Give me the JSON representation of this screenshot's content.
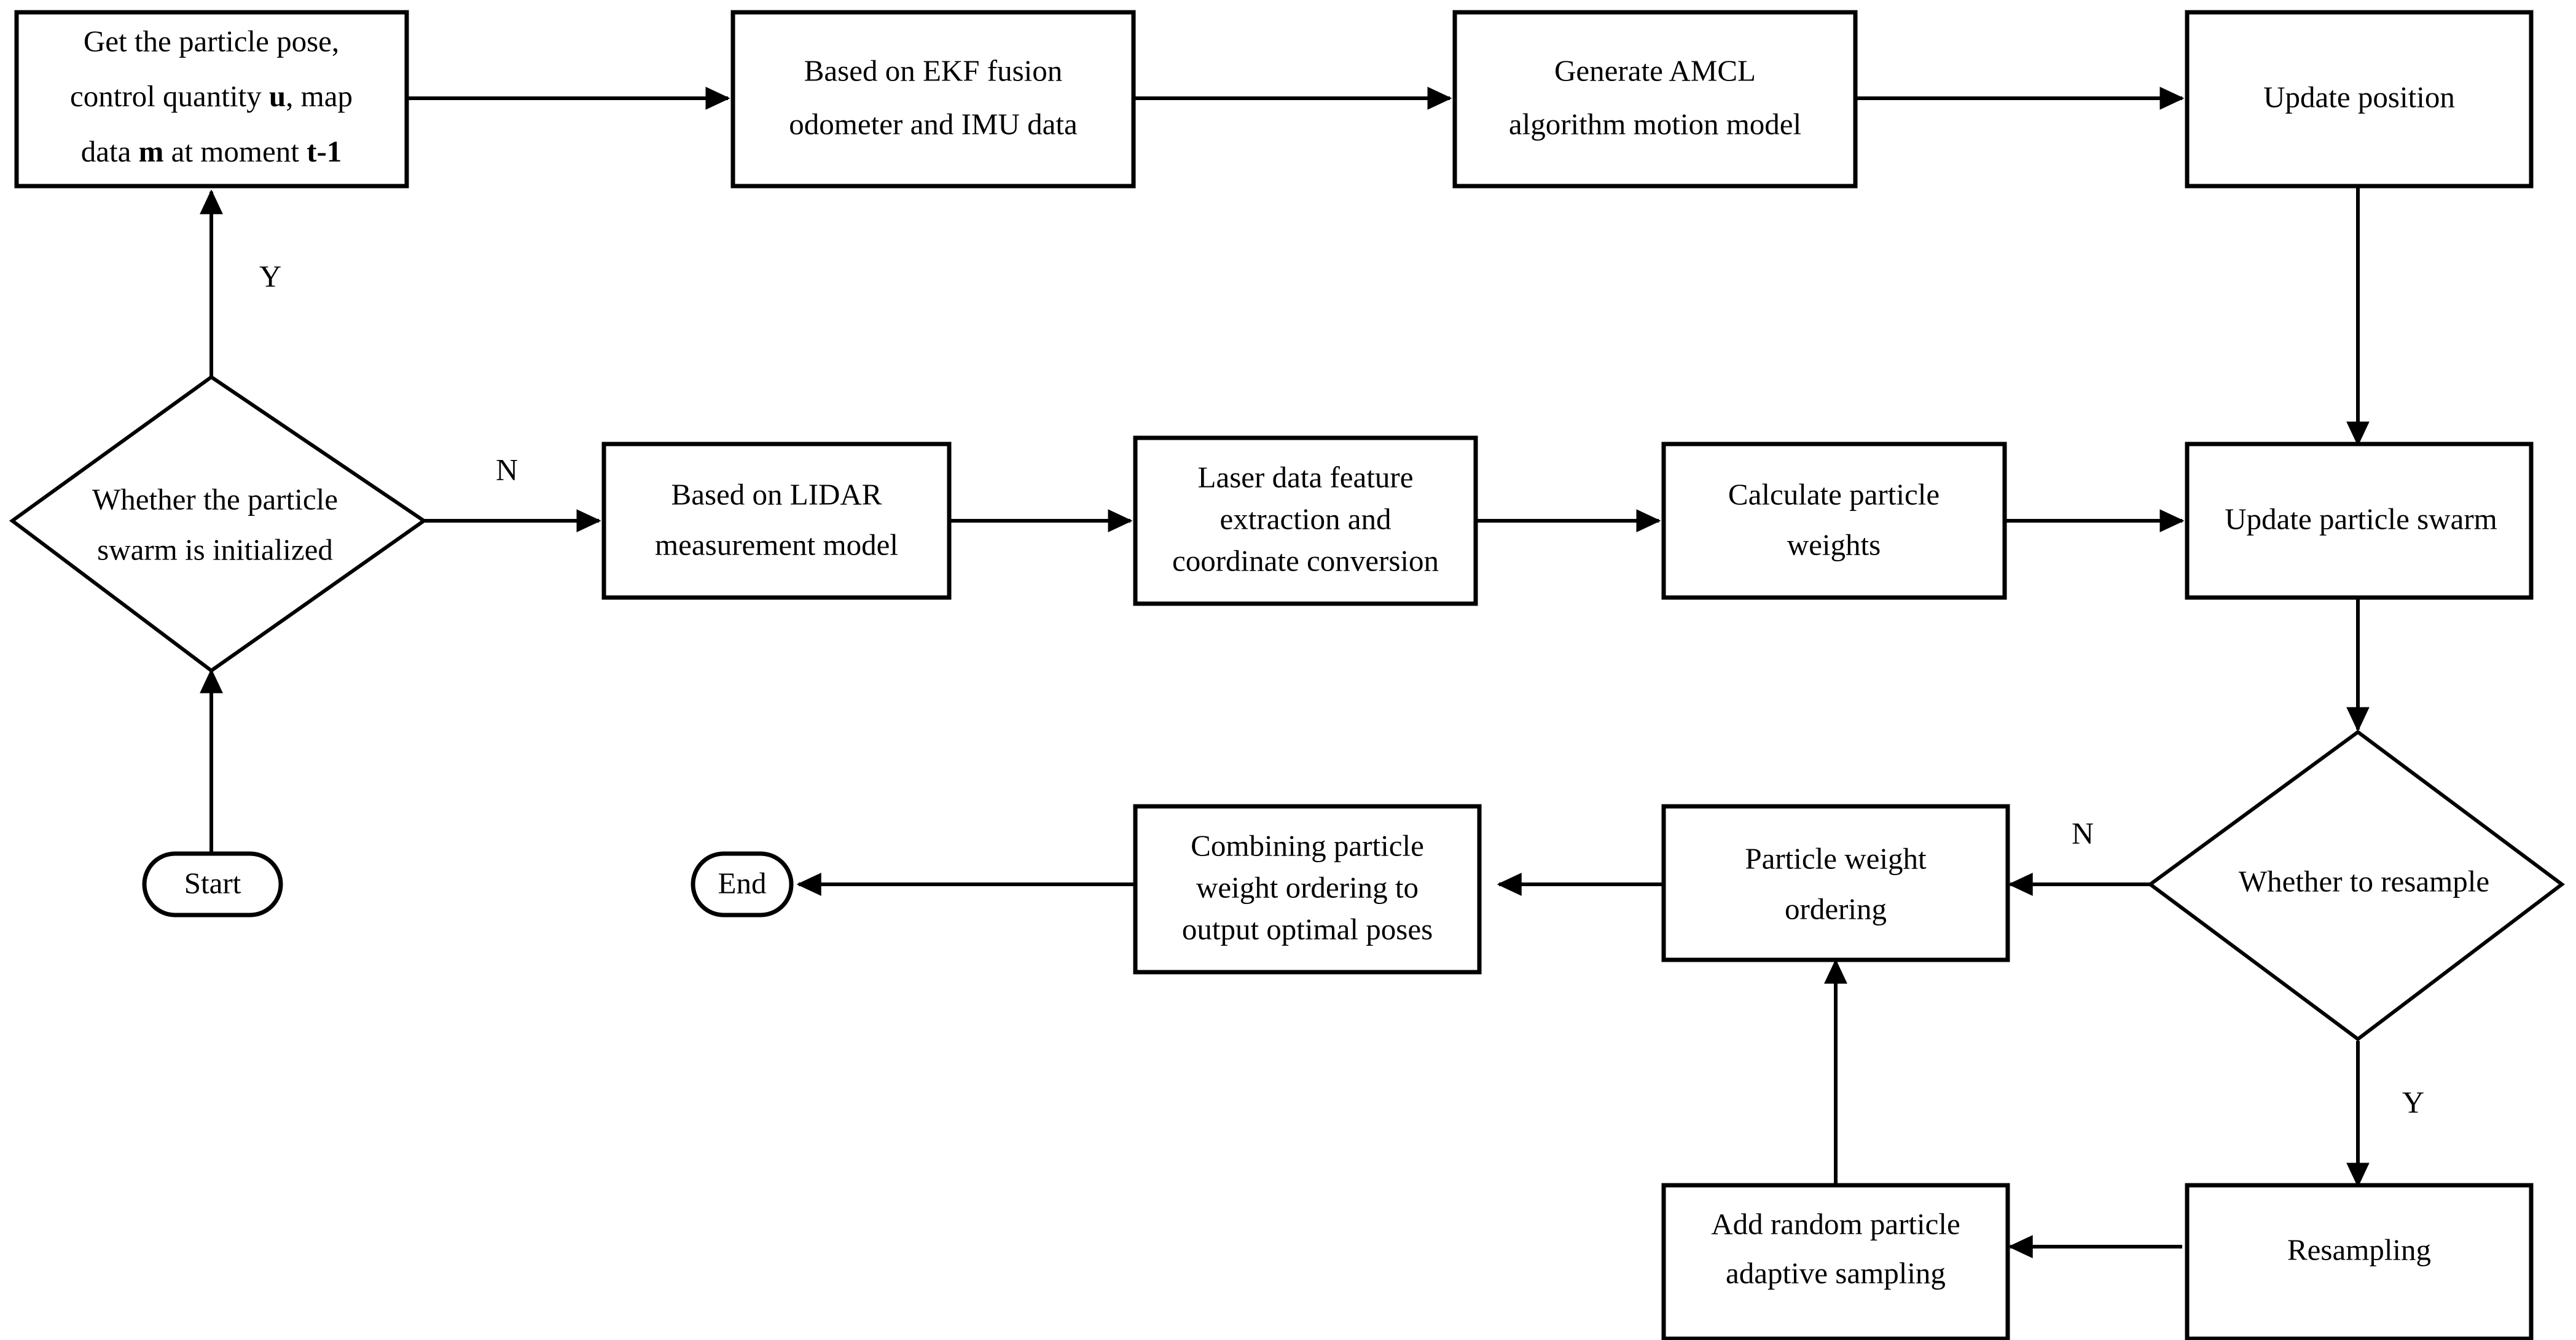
{
  "diagram": {
    "title": "AMCL particle filter localization flowchart",
    "background_color": "#ffffff",
    "line_color": "#000000",
    "fill_color": "#ffffff"
  },
  "nodes": {
    "get_pose": {
      "shape": "process",
      "line1": "Get the particle pose,",
      "line2_a": "control quantity ",
      "line2_b": "u",
      "line2_c": ", map",
      "line3_a": "data ",
      "line3_b": "m",
      "line3_c": " at moment ",
      "line3_d": "t-1"
    },
    "ekf_fusion": {
      "shape": "process",
      "line1": "Based on EKF fusion",
      "line2": "odometer and IMU data"
    },
    "amcl_motion": {
      "shape": "process",
      "line1": "Generate AMCL",
      "line2": "algorithm motion model"
    },
    "update_position": {
      "shape": "process",
      "line1": "Update position"
    },
    "swarm_initialized": {
      "shape": "decision",
      "line1": "Whether the particle",
      "line2": "swarm is initialized"
    },
    "lidar_model": {
      "shape": "process",
      "line1": "Based on LIDAR",
      "line2": "measurement model"
    },
    "laser_feature": {
      "shape": "process",
      "line1": "Laser data feature",
      "line2": "extraction and",
      "line3": "coordinate conversion"
    },
    "calc_weights": {
      "shape": "process",
      "line1": "Calculate particle",
      "line2": "weights"
    },
    "update_swarm": {
      "shape": "process",
      "line1": "Update particle swarm"
    },
    "start": {
      "shape": "terminator",
      "line1": "Start"
    },
    "end": {
      "shape": "terminator",
      "line1": "End"
    },
    "combine_output": {
      "shape": "process",
      "line1": "Combining particle",
      "line2": "weight ordering to",
      "line3": "output optimal poses"
    },
    "weight_ordering": {
      "shape": "process",
      "line1": "Particle weight",
      "line2": "ordering"
    },
    "whether_resample": {
      "shape": "decision",
      "line1": "Whether to resample"
    },
    "add_random": {
      "shape": "process",
      "line1": "Add random particle",
      "line2": "adaptive sampling"
    },
    "resampling": {
      "shape": "process",
      "line1": "Resampling"
    }
  },
  "edge_labels": {
    "init_yes": "Y",
    "init_no": "N",
    "resample_no": "N",
    "resample_yes": "Y"
  }
}
